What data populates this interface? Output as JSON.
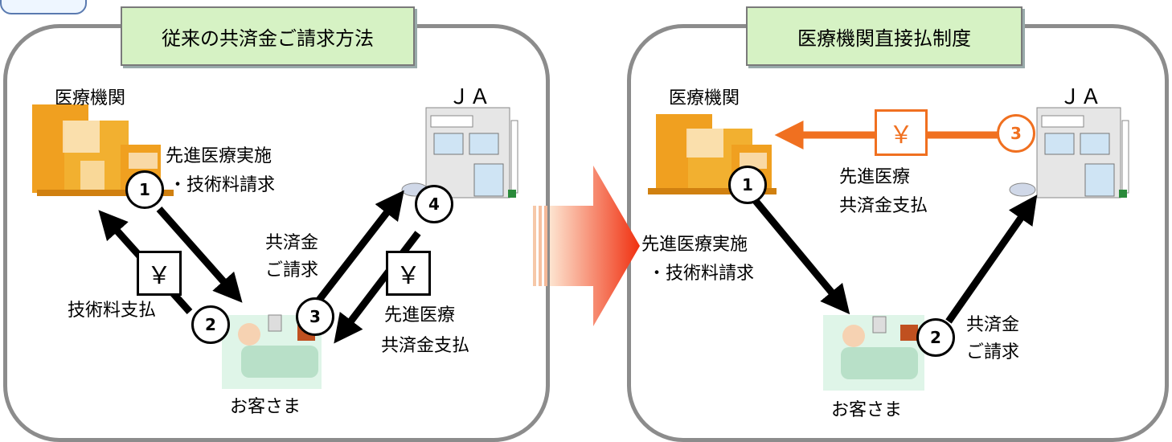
{
  "left": {
    "title": "従来の共済金ご請求方法",
    "hospital_label": "医療機関",
    "ja_label": "ＪＡ",
    "step1_text_line1": "先進医療実施",
    "step1_text_line2": "・技術料請求",
    "step2_text": "技術料支払",
    "step3_text_line1": "共済金",
    "step3_text_line2": "ご請求",
    "step4_text_line1": "先進医療",
    "step4_text_line2": "共済金支払",
    "customer_label": "お客さま",
    "yen_symbol": "￥",
    "steps": [
      "1",
      "2",
      "3",
      "4"
    ]
  },
  "right": {
    "title": "医療機関直接払制度",
    "hospital_label": "医療機関",
    "ja_label": "ＪＡ",
    "payment_text_line1": "先進医療",
    "payment_text_line2": "共済金支払",
    "step1_text_line1": "先進医療実施",
    "step1_text_line2": "・技術料請求",
    "step2_text_line1": "共済金",
    "step2_text_line2": "ご請求",
    "customer_label": "お客さま",
    "yen_symbol": "￥",
    "steps": [
      "1",
      "2",
      "3"
    ]
  },
  "colors": {
    "accent": "#f07020",
    "title_bg": "#d6f2c4",
    "panel_border": "#8c8c8c",
    "building": "#f0a020"
  }
}
